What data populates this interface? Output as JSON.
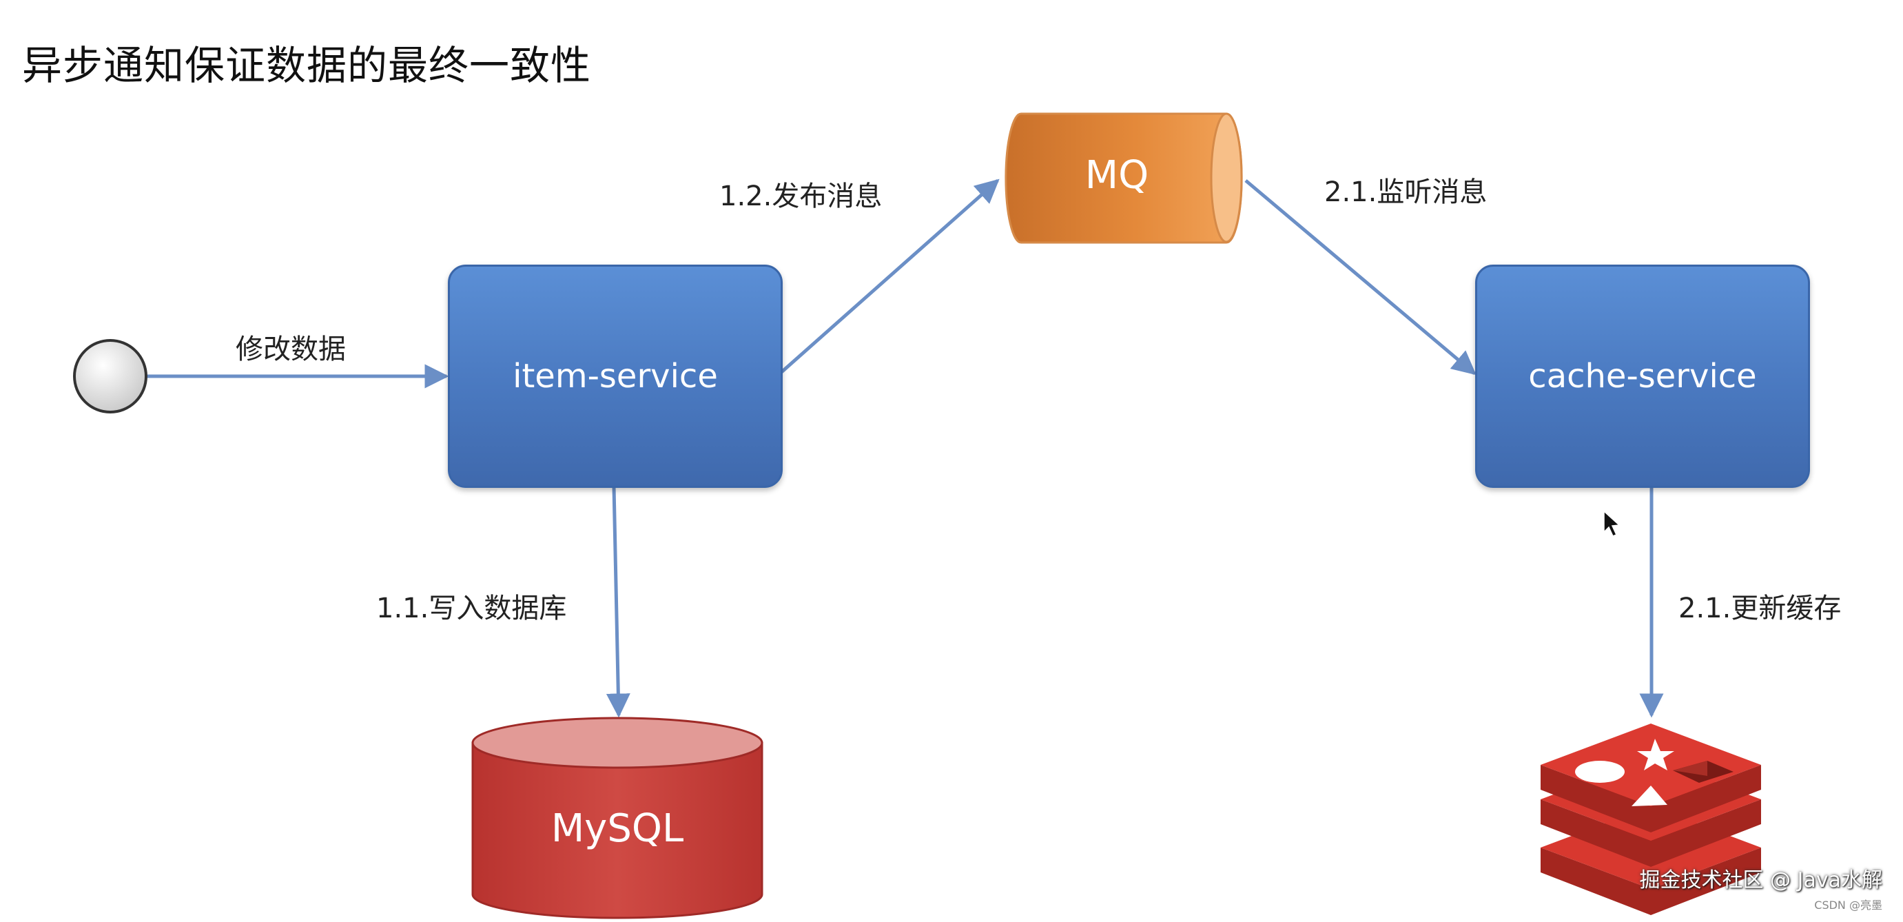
{
  "title": "异步通知保证数据的最终一致性",
  "nodes": {
    "item_service": "item-service",
    "cache_service": "cache-service",
    "mq": "MQ",
    "mysql": "MySQL"
  },
  "edges": {
    "modify": "修改数据",
    "publish": "1.2.发布消息",
    "listen": "2.1.监听消息",
    "write_db": "1.1.写入数据库",
    "update_cache": "2.1.更新缓存"
  },
  "watermark": "掘金技术社区 @ Java水解",
  "watermark_small": "CSDN @亮墨",
  "colors": {
    "service_blue": "#4f82c8",
    "mq_orange": "#e78a36",
    "mysql_red": "#c0403c",
    "redis_red": "#d8382f",
    "arrow_blue": "#6b8fc6"
  },
  "icons": [
    "start-circle-icon",
    "redis-logo-icon",
    "mouse-cursor-icon"
  ]
}
